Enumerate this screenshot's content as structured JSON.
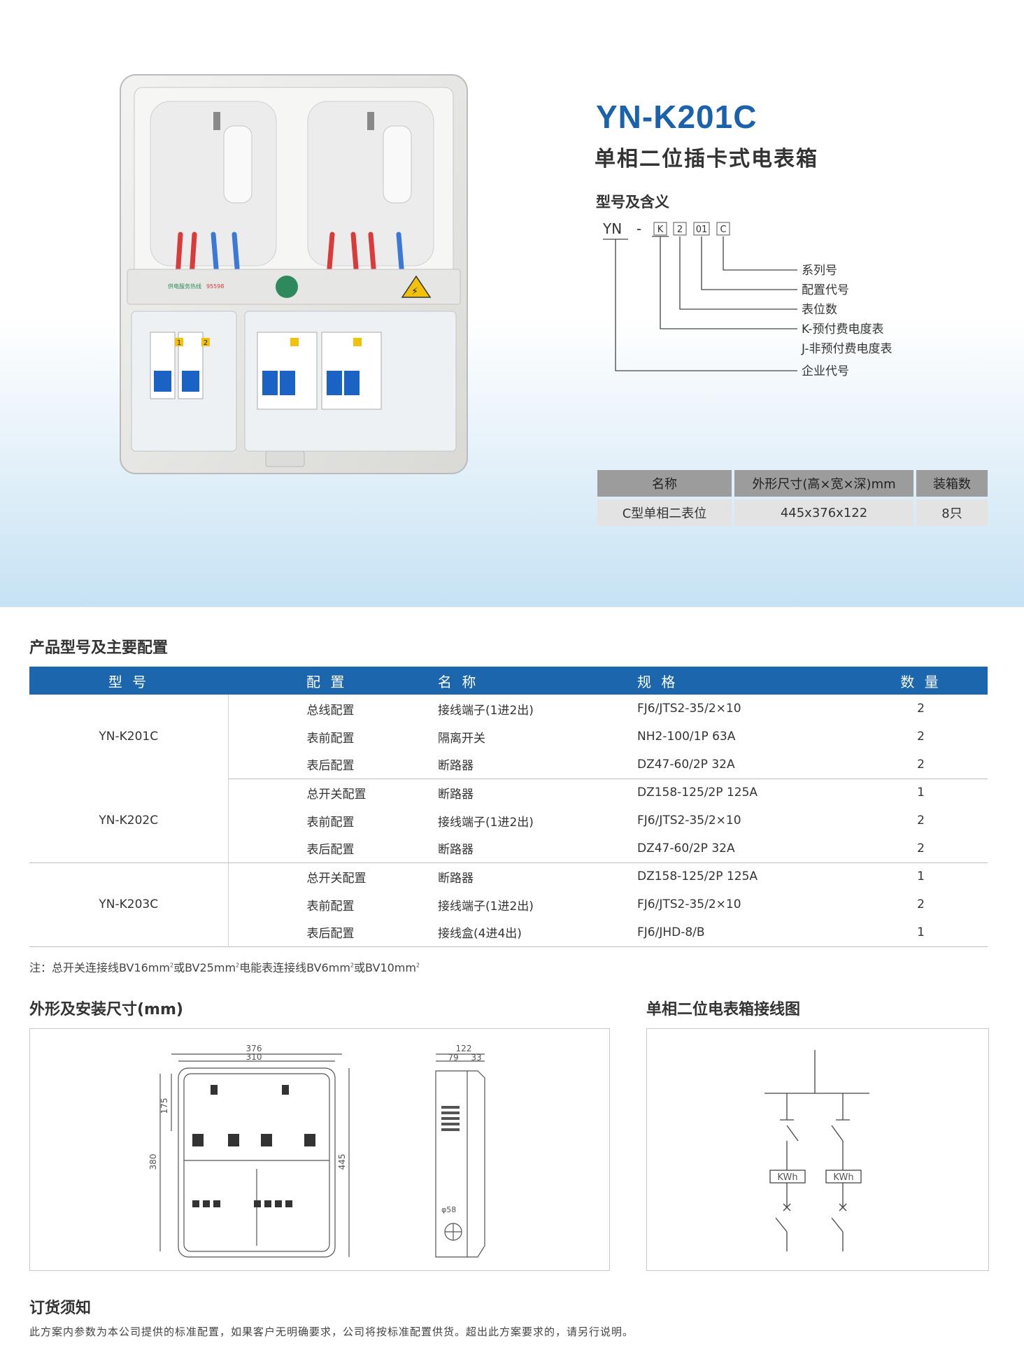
{
  "product": {
    "model": "YN-K201C",
    "subtitle": "单相二位插卡式电表箱",
    "meaning_heading": "型号及含义",
    "code": {
      "prefix": "YN",
      "dash": "-",
      "parts": [
        "K",
        "2",
        "01",
        "C"
      ],
      "legend": [
        "系列号",
        "配置代号",
        "表位数",
        "K-预付费电度表",
        "J-非预付费电度表",
        "企业代号"
      ]
    },
    "image_labels": {
      "hotline": "95598",
      "brand": "供电服务热线",
      "slot1": "1",
      "slot2": "2"
    }
  },
  "spec_table": {
    "headers": [
      "名称",
      "外形尺寸(高×宽×深)mm",
      "装箱数"
    ],
    "row": [
      "C型单相二表位",
      "445x376x122",
      "8只"
    ]
  },
  "config": {
    "heading": "产品型号及主要配置",
    "headers": [
      "型 号",
      "配 置",
      "名 称",
      "规 格",
      "数 量"
    ],
    "groups": [
      {
        "model": "YN-K201C",
        "rows": [
          [
            "总线配置",
            "接线端子(1进2出)",
            "FJ6/JTS2-35/2×10",
            "2"
          ],
          [
            "表前配置",
            "隔离开关",
            "NH2-100/1P 63A",
            "2"
          ],
          [
            "表后配置",
            "断路器",
            "DZ47-60/2P 32A",
            "2"
          ]
        ]
      },
      {
        "model": "YN-K202C",
        "rows": [
          [
            "总开关配置",
            "断路器",
            "DZ158-125/2P 125A",
            "1"
          ],
          [
            "表前配置",
            "接线端子(1进2出)",
            "FJ6/JTS2-35/2×10",
            "2"
          ],
          [
            "表后配置",
            "断路器",
            "DZ47-60/2P 32A",
            "2"
          ]
        ]
      },
      {
        "model": "YN-K203C",
        "rows": [
          [
            "总开关配置",
            "断路器",
            "DZ158-125/2P 125A",
            "1"
          ],
          [
            "表前配置",
            "接线端子(1进2出)",
            "FJ6/JTS2-35/2×10",
            "2"
          ],
          [
            "表后配置",
            "接线盒(4进4出)",
            "FJ6/JHD-8/B",
            "1"
          ]
        ]
      }
    ],
    "note": {
      "a": "注：总开关连接线BV16mm",
      "b": "或BV25mm",
      "c": "电能表连接线BV6mm",
      "d": "或BV10mm",
      "sup": "2"
    }
  },
  "dimensions": {
    "heading": "外形及安装尺寸(mm)",
    "labels": {
      "w376": "376",
      "w310": "310",
      "h175": "175",
      "h380": "380",
      "h445": "445",
      "d122": "122",
      "d79": "79",
      "d33": "33",
      "hole": "φ58"
    }
  },
  "wiring": {
    "heading": "单相二位电表箱接线图",
    "meter_label": "KWh"
  },
  "order": {
    "heading": "订货须知",
    "text": "此方案内参数为本公司提供的标准配置，如果客户无明确要求，公司将按标准配置供货。超出此方案要求的，请另行说明。"
  },
  "colors": {
    "brand_blue": "#1a62ac",
    "header_blue": "#1b66ad",
    "spec_header_gray": "#9c9c9c",
    "spec_cell_gray": "#e3e3e3"
  }
}
